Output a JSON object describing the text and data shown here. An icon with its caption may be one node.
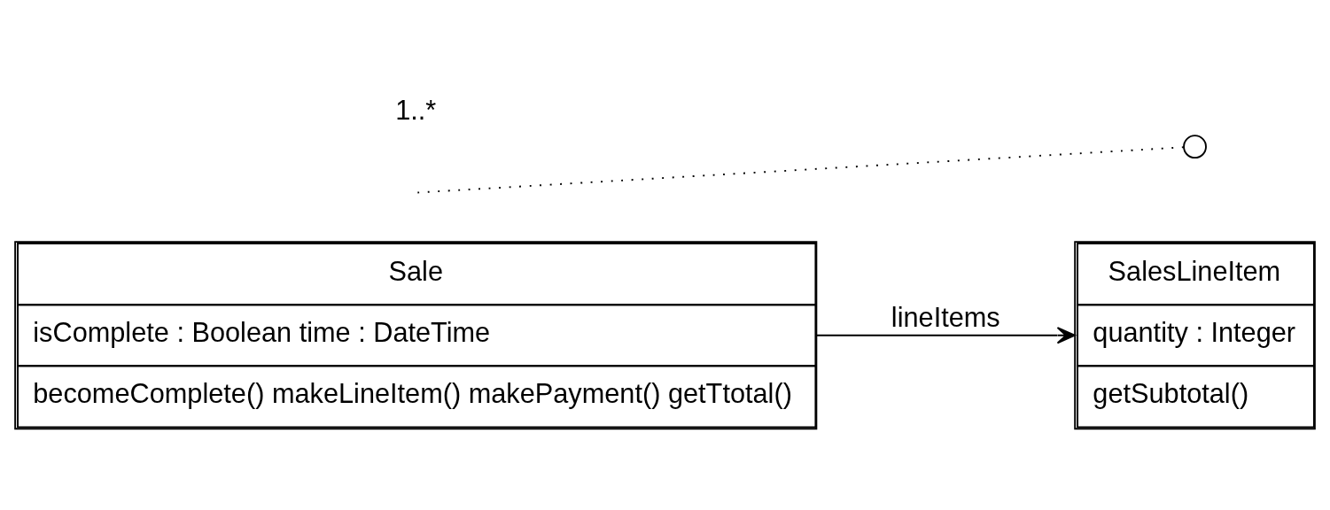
{
  "diagram": {
    "nodes": [
      {
        "text": [
          "Sale",
          "isComplete : Boolean time : DateTime",
          "becomeComplete() makeLineItem() makePayment() getTtotal()"
        ]
      },
      {
        "text": [
          "SalesLineItem",
          "quantity : Integer",
          "getSubtotal()"
        ]
      },
      {
        "text": [],
        "shape": "circle"
      }
    ],
    "edges": [
      {
        "from": 0,
        "to": 1,
        "arrow": "to",
        "label": "lineItems"
      },
      {
        "from": null,
        "to": 2,
        "arrow": "none",
        "style": "dashed"
      }
    ],
    "labels": [
      "1..*"
    ]
  }
}
